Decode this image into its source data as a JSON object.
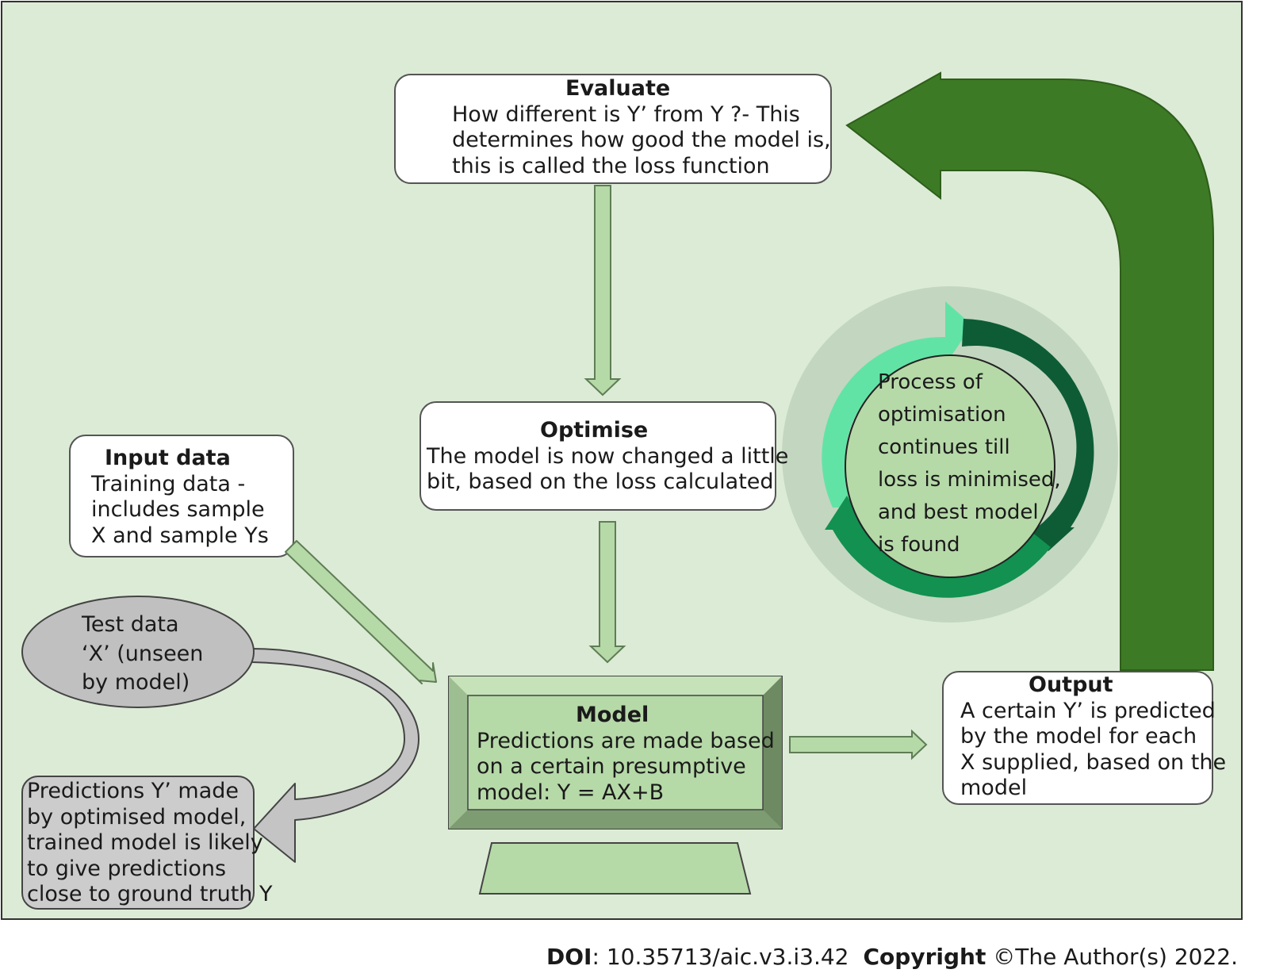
{
  "evaluate": {
    "title": "Evaluate",
    "lines": [
      "How different is Y’ from Y ?- This",
      "determines how good the model is,",
      "this is called the loss function"
    ]
  },
  "optimise": {
    "title": "Optimise",
    "lines": [
      "The model is now changed a little",
      "bit, based on the loss calculated"
    ]
  },
  "input_data": {
    "title": "Input data",
    "lines": [
      "Training data -",
      "includes sample",
      "X and sample Ys"
    ]
  },
  "test_data": {
    "lines": [
      "Test data",
      "‘X’ (unseen",
      "by model)"
    ]
  },
  "predictions": {
    "lines": [
      "Predictions Y’ made",
      "by optimised model,",
      "trained model is likely",
      "to give predictions",
      "close to ground truth Y"
    ]
  },
  "model": {
    "title": "Model",
    "lines": [
      "Predictions are made based",
      "on a certain presumptive",
      "model: Y = AX+B"
    ]
  },
  "output": {
    "title": "Output",
    "lines": [
      "A certain Y’ is predicted",
      "by the model for each",
      "X supplied, based on the",
      "model"
    ]
  },
  "cycle": {
    "lines": [
      "Process of",
      "optimisation",
      "continues till",
      "loss is minimised,",
      "and best model",
      "is found"
    ]
  },
  "footer": {
    "doi_label": "DOI",
    "doi_value": ": 10.35713/aic.v3.i3.42",
    "copyright_label": "Copyright",
    "copyright_value": " ©The Author(s) 2022."
  },
  "colors": {
    "background": "#dcebd6",
    "light_green": "#b6d9a8",
    "dark_green": "#3d7a25",
    "monitor_dark": "#6e8a62",
    "gray": "#c0c0c0",
    "cycle_light": "#62e3a6",
    "cycle_mid": "#129150",
    "cycle_dark": "#0d5c35"
  }
}
